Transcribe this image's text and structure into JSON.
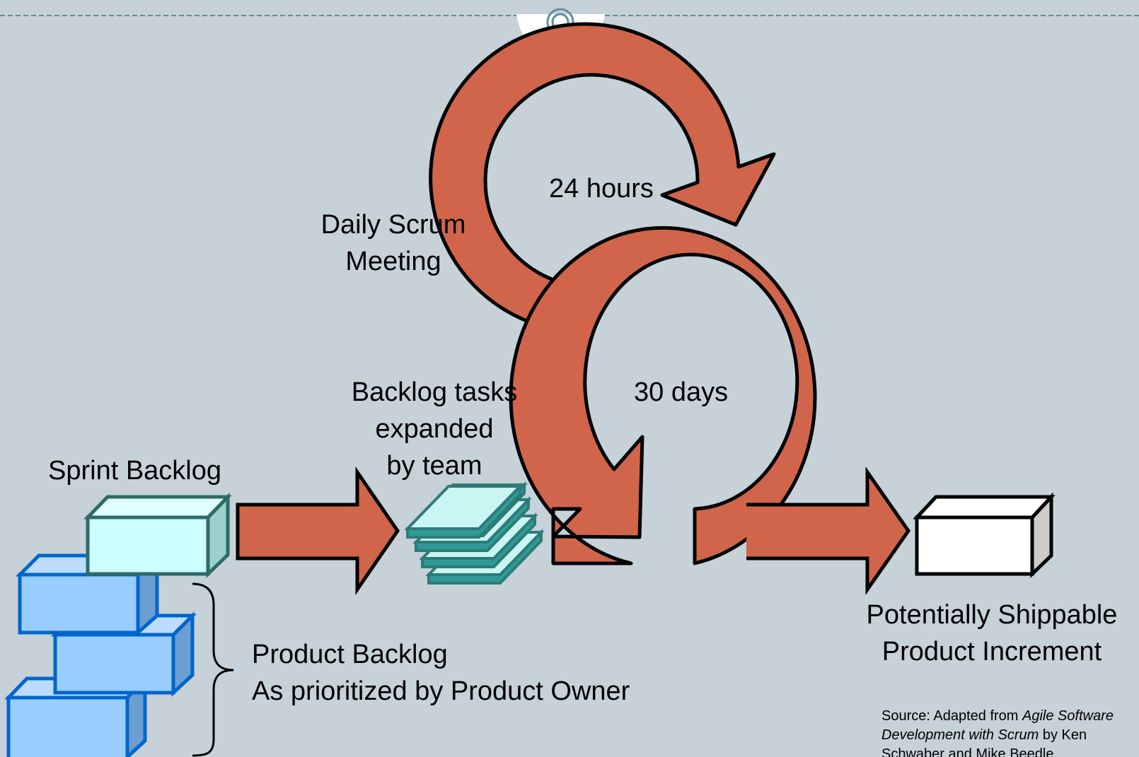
{
  "header": {
    "ornament_icon": "concentric-circle-ornament"
  },
  "labels": {
    "daily_scrum": [
      "Daily Scrum",
      "Meeting"
    ],
    "hours": "24 hours",
    "days": "30 days",
    "backlog_tasks": [
      "Backlog tasks",
      "expanded",
      "by team"
    ],
    "sprint_backlog": "Sprint Backlog",
    "product_backlog": [
      "Product Backlog",
      "As prioritized by Product Owner"
    ],
    "increment": [
      "Potentially Shippable",
      "Product Increment"
    ]
  },
  "source": {
    "prefix": "Source: Adapted from ",
    "book_title": "Agile Software Development with Scrum",
    "suffix": " by Ken Schwaber and Mike Beedle."
  },
  "colors": {
    "background": "#c6d1d8",
    "arrow_fill": "#d0654b",
    "sprint_box": "#ccffff",
    "product_box": "#99ccff",
    "product_box_border": "#0066cc",
    "task_stack": "#339999",
    "increment_box": "#ffffff"
  }
}
